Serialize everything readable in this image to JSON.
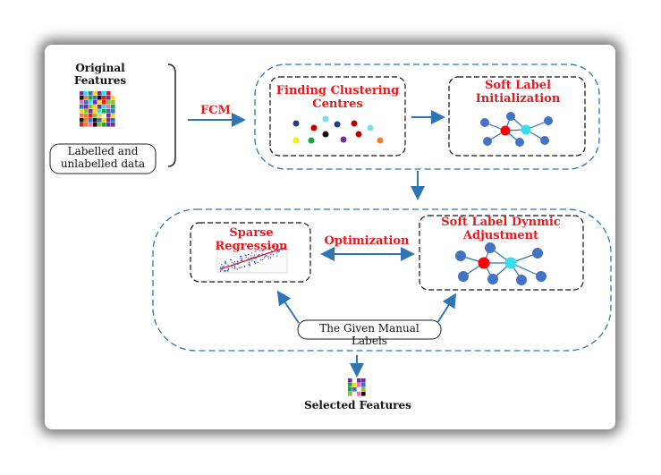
{
  "original_features": "Original Features",
  "labelled_data": "Labelled and unlabelled data",
  "fcm": "FCM",
  "finding_centres": "Finding Clustering Centres",
  "soft_label_init": "Soft Label Initialization",
  "sparse_regression": "Sparse Regression",
  "optimization": "Optimization",
  "soft_label_adjust": "Soft Label Dynmic Adjustment",
  "manual_labels": "The Given  Manual Labels",
  "selected_features": "Selected Features",
  "colors": {
    "accent_red": "#e8191e",
    "flow_blue": "#2e75b6",
    "node_blue": "#4472c4"
  }
}
